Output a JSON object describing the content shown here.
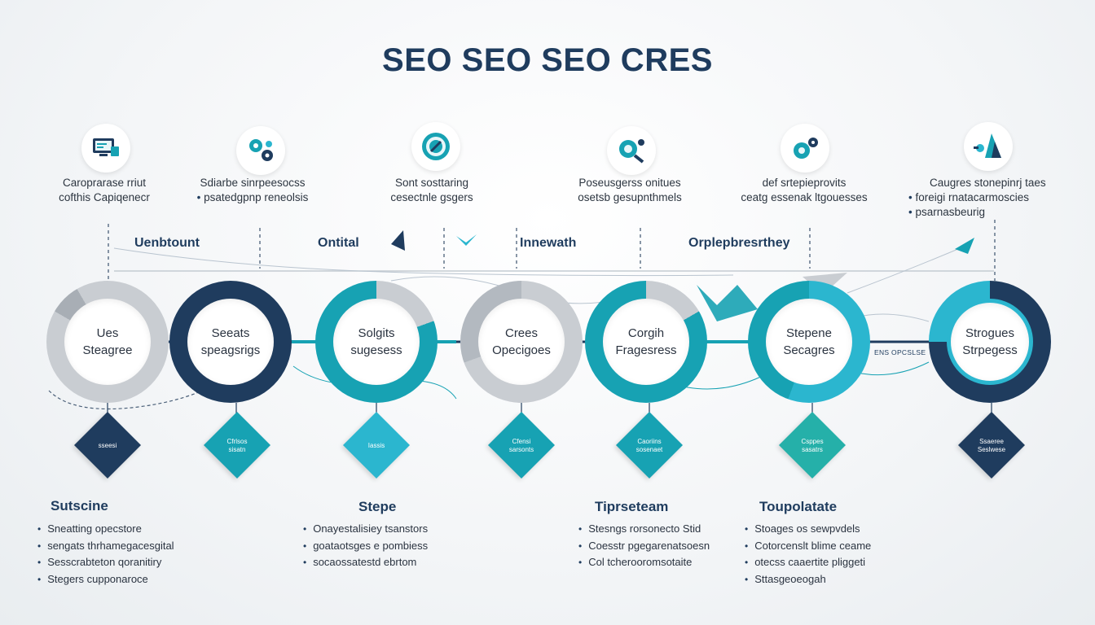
{
  "title": "SEO SEO SEO CRES",
  "colors": {
    "navy": "#1f3c5e",
    "teal": "#17a2b3",
    "teal_light": "#2bb6cf",
    "gray": "#c9cdd2"
  },
  "top_items": [
    {
      "icon": "monitor-icon",
      "lines": [
        "Caroprarase rriut",
        "cofthis Capiqenecr"
      ],
      "bullets": [
        false,
        false
      ]
    },
    {
      "icon": "gears-icon",
      "lines": [
        "Sdiarbe sinrpeesocss",
        "psatedgpnp reneolsis"
      ],
      "bullets": [
        false,
        true
      ]
    },
    {
      "icon": "target-icon",
      "lines": [
        "Sont sosttaring",
        "cesectnle gsgers"
      ],
      "bullets": [
        false,
        false
      ]
    },
    {
      "icon": "magnifier-icon",
      "lines": [
        "Poseusgerss onitues",
        "osetsb gesupnthmels"
      ],
      "bullets": [
        false,
        false
      ]
    },
    {
      "icon": "analytics-icon",
      "lines": [
        "def srtepieprovits",
        "ceatg essenak ltgouesses"
      ],
      "bullets": [
        false,
        false
      ]
    },
    {
      "icon": "rocket-icon",
      "lines": [
        "Caugres stonepinrj taes",
        "foreigi rnatacarmoscies",
        "psarnasbeurig"
      ],
      "bullets": [
        false,
        true,
        true
      ]
    }
  ],
  "section_labels": [
    "Uenbtount",
    "Ontital",
    "Innewath",
    "Orplepbresrthey"
  ],
  "rings": [
    {
      "line1": "Ues",
      "line2": "Steagree"
    },
    {
      "line1": "Seeats",
      "line2": "speagsrigs"
    },
    {
      "line1": "Solgits",
      "line2": "sugesess"
    },
    {
      "line1": "Crees",
      "line2": "Opecigoes"
    },
    {
      "line1": "Corgih",
      "line2": "Fragesress"
    },
    {
      "line1": "Stepene",
      "line2": "Secagres"
    },
    {
      "line1": "Strogues",
      "line2": "Strpegess"
    }
  ],
  "ring_tiny_label": "ENS OPCSLSE",
  "diamonds": [
    {
      "lines": [
        "sseesi"
      ]
    },
    {
      "lines": [
        "Cfrlsos",
        "sisatn"
      ]
    },
    {
      "lines": [
        "Iassis"
      ]
    },
    {
      "lines": [
        "Cfensi",
        "sarsonts"
      ]
    },
    {
      "lines": [
        "Caoriins",
        "sosenaet"
      ]
    },
    {
      "lines": [
        "Csppes",
        "sasatrs"
      ]
    },
    {
      "lines": [
        "Ssaeree",
        "Seslwese"
      ]
    }
  ],
  "bottom_columns": [
    {
      "heading": "Sutscine",
      "items": [
        "Sneatting opecstore",
        "sengats thrhamegacesgital",
        "Sesscrabteton qoranitiry",
        "Stegers cupponaroce"
      ]
    },
    {
      "heading": "Stepe",
      "items": [
        "Onayestalisiey tsanstors",
        "goataotsges e pombiess",
        "socaossatestd ebrtom"
      ]
    },
    {
      "heading": "Tiprseteam",
      "items": [
        "Stesngs rorsonecto Stid",
        "Coesstr pgegarenatsoesn",
        "Col tcherooromsotaite"
      ]
    },
    {
      "heading": "Toupolatate",
      "items": [
        "Stoages os sewpvdels",
        "Cotorcenslt blime ceame",
        "otecss caaertite pliggeti",
        "Sttasgeoeogah"
      ]
    }
  ]
}
